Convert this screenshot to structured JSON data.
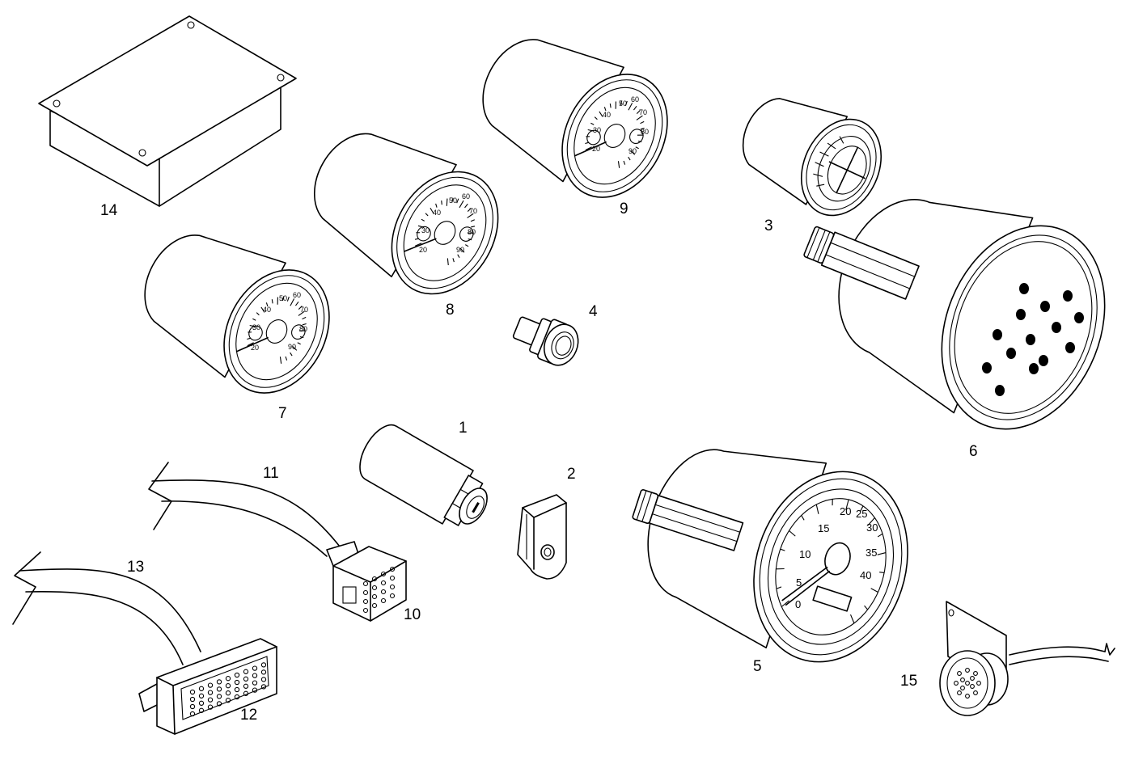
{
  "callouts": {
    "p1": "1",
    "p2": "2",
    "p3": "3",
    "p4": "4",
    "p5": "5",
    "p6": "6",
    "p7": "7",
    "p8": "8",
    "p9": "9",
    "p10": "10",
    "p11": "11",
    "p12": "12",
    "p13": "13",
    "p14": "14",
    "p15": "15"
  },
  "small_gauge_scale": [
    "20",
    "30",
    "40",
    "50",
    "60",
    "70",
    "80",
    "90"
  ],
  "speedometer_scale": [
    "0",
    "5",
    "10",
    "15",
    "20",
    "25",
    "30",
    "35",
    "40"
  ]
}
